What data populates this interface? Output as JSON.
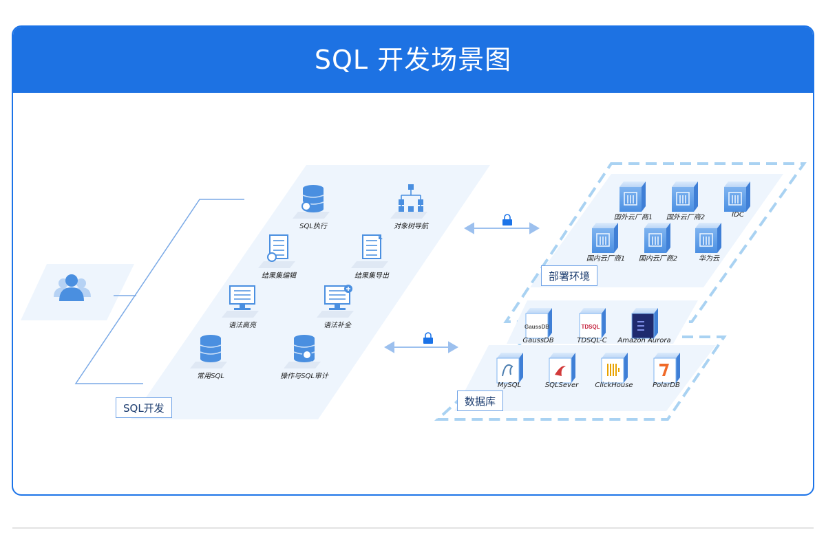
{
  "title": "SQL 开发场景图",
  "groups": {
    "sql_dev": "SQL开发",
    "deploy": "部署环境",
    "database": "数据库"
  },
  "features": [
    {
      "label": "SQL执行",
      "icon": "database-gear-icon"
    },
    {
      "label": "对象树导航",
      "icon": "tree-nav-icon"
    },
    {
      "label": "结果集编辑",
      "icon": "document-gear-icon"
    },
    {
      "label": "结果集导出",
      "icon": "document-export-icon"
    },
    {
      "label": "语法高亮",
      "icon": "monitor-icon"
    },
    {
      "label": "语法补全",
      "icon": "monitor-plus-icon"
    },
    {
      "label": "常用SQL",
      "icon": "database-icon"
    },
    {
      "label": "操作与SQL审计",
      "icon": "database-search-icon"
    }
  ],
  "deploy_envs": [
    {
      "label": "国外云厂商1"
    },
    {
      "label": "国外云厂商2"
    },
    {
      "label": "IDC"
    },
    {
      "label": "国内云厂商1"
    },
    {
      "label": "国内云厂商2"
    },
    {
      "label": "华为云"
    }
  ],
  "databases": [
    {
      "label": "GaussDB",
      "logo": "GaussDB"
    },
    {
      "label": "TDSQL-C",
      "logo": "TDSQL"
    },
    {
      "label": "Amazon Aurora",
      "logo": ""
    },
    {
      "label": "MySQL",
      "logo": ""
    },
    {
      "label": "SQLSever",
      "logo": ""
    },
    {
      "label": "ClickHouse",
      "logo": ""
    },
    {
      "label": "PolarDB",
      "logo": ""
    }
  ],
  "colors": {
    "banner": "#1d72e3",
    "border": "#1b73e8",
    "panel": "#eef5fd",
    "icon": "#4a8fe0"
  }
}
